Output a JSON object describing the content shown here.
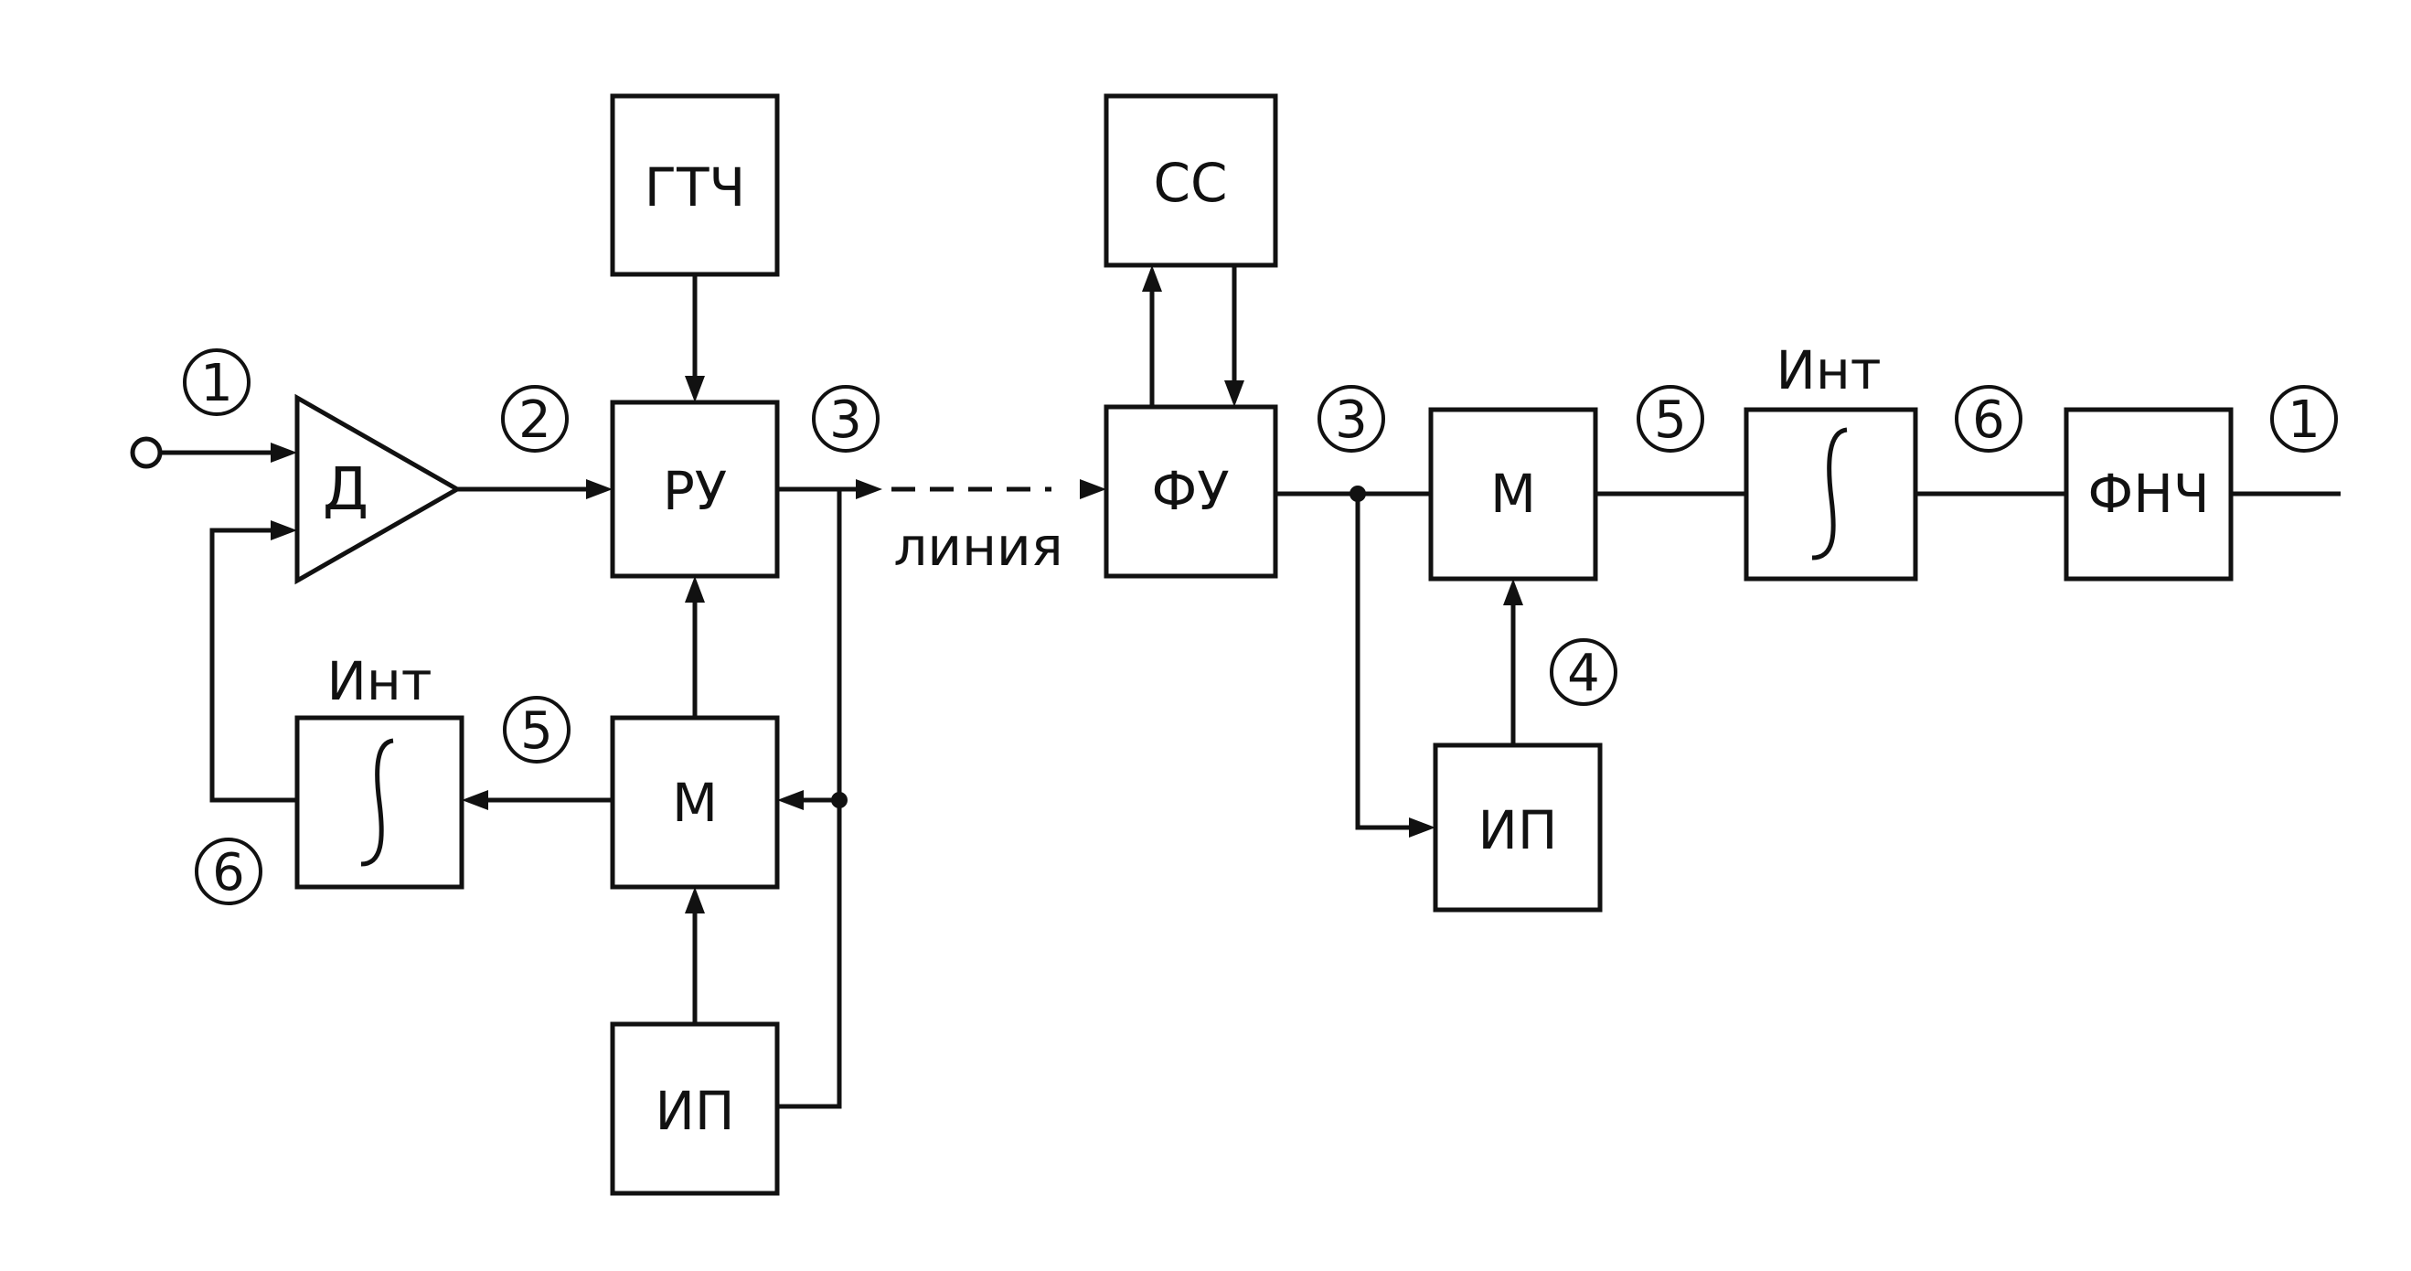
{
  "blocks": {
    "detector": "Д",
    "gtch": "ГТЧ",
    "ru": "РУ",
    "m_left": "М",
    "ip_left": "ИП",
    "int_left_label": "Инт",
    "ss": "СС",
    "fu": "ФУ",
    "m_right": "М",
    "ip_right": "ИП",
    "int_right_label": "Инт",
    "fnch": "ФНЧ"
  },
  "line_label": "линия",
  "markers": {
    "input": "1",
    "after_detector": "2",
    "after_ru": "3",
    "left_int_in": "5",
    "left_int_out": "6",
    "after_fu": "3",
    "ip_right": "4",
    "right_int_in": "5",
    "right_int_out": "6",
    "output": "1"
  }
}
